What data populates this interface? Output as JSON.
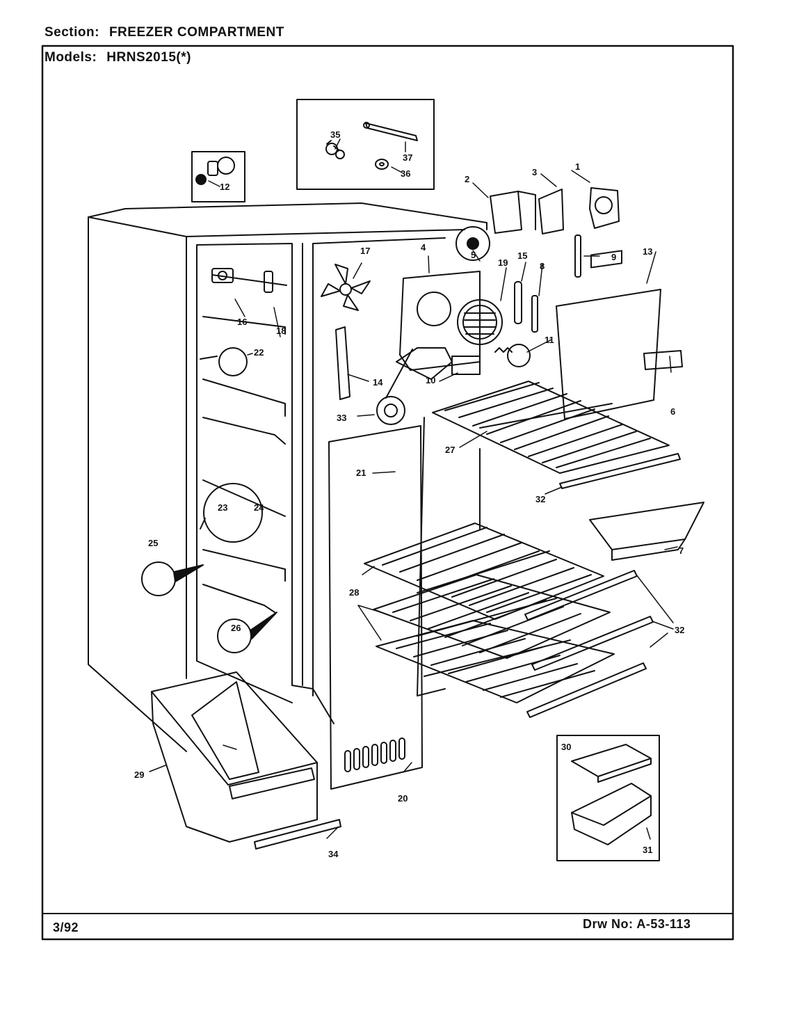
{
  "header": {
    "section_label": "Section:",
    "section_value": "FREEZER COMPARTMENT",
    "models_label": "Models:",
    "models_value": "HRNS2015(*)"
  },
  "footer": {
    "date": "3/92",
    "drawing_number": "Drw No: A-53-113"
  },
  "callouts": {
    "c1": "1",
    "c2": "2",
    "c3": "3",
    "c4": "4",
    "c5": "5",
    "c6": "6",
    "c7": "7",
    "c8": "8",
    "c9": "9",
    "c10": "10",
    "c11": "11",
    "c12": "12",
    "c13": "13",
    "c14": "14",
    "c15": "15",
    "c16": "16",
    "c17": "17",
    "c18": "18",
    "c19": "19",
    "c20": "20",
    "c21": "21",
    "c22": "22",
    "c23": "23",
    "c24": "24",
    "c25": "25",
    "c26": "26",
    "c27": "27",
    "c28": "28",
    "c29": "29",
    "c30": "30",
    "c31": "31",
    "c32": "32",
    "c33": "33",
    "c34": "34",
    "c35": "35",
    "c36": "36",
    "c37": "37"
  }
}
